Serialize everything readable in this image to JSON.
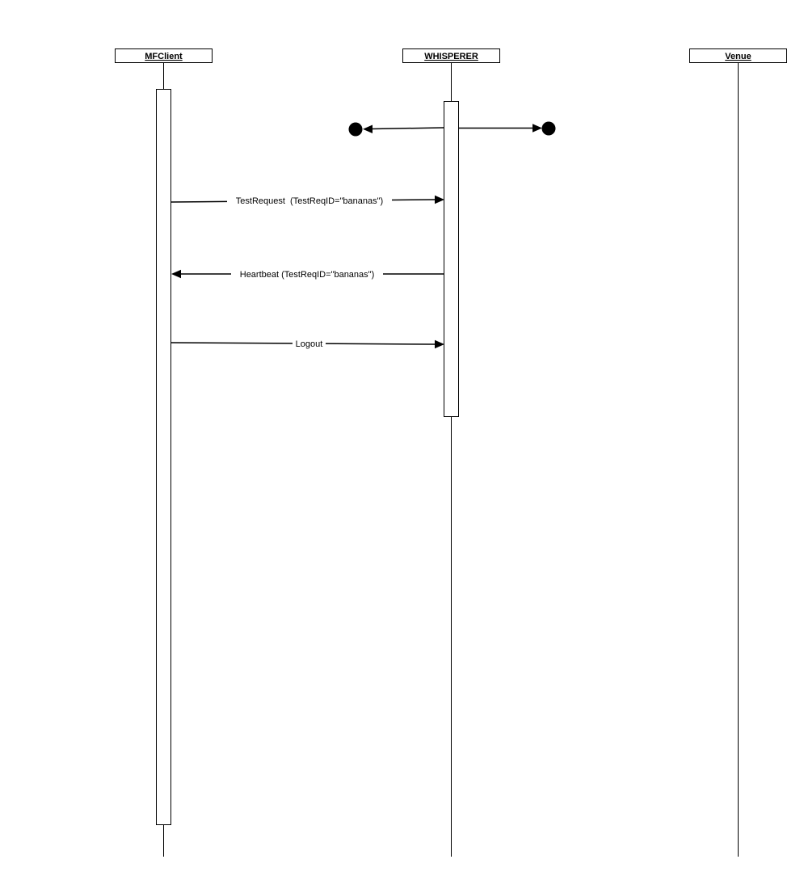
{
  "diagram": {
    "participants": [
      {
        "id": "mfclient",
        "label": "MFClient"
      },
      {
        "id": "whisperer",
        "label": "WHISPERER"
      },
      {
        "id": "venue",
        "label": "Venue"
      }
    ],
    "messages": [
      {
        "id": "test-request",
        "from": "mfclient",
        "to": "whisperer",
        "label": "TestRequest  (TestReqID=\"bananas\")"
      },
      {
        "id": "heartbeat",
        "from": "whisperer",
        "to": "mfclient",
        "label": "Heartbeat (TestReqID=\"bananas\")"
      },
      {
        "id": "logout",
        "from": "mfclient",
        "to": "whisperer",
        "label": "Logout"
      }
    ],
    "lost_found_messages": [
      {
        "id": "found-left",
        "from": "whisperer",
        "direction": "left"
      },
      {
        "id": "lost-right",
        "from": "whisperer",
        "direction": "right"
      }
    ],
    "colors": {
      "stroke": "#000000",
      "background": "#ffffff"
    }
  }
}
